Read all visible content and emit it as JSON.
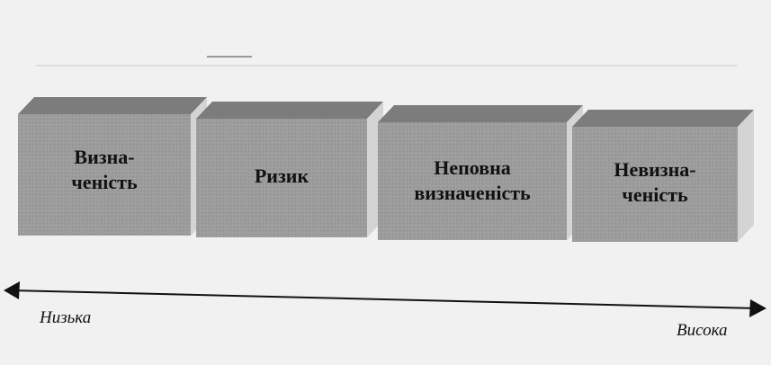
{
  "boxes": [
    {
      "line1": "Визна-",
      "line2": "ченість"
    },
    {
      "line1": "Ризик",
      "line2": ""
    },
    {
      "line1": "Неповна",
      "line2": "визначеність"
    },
    {
      "line1": "Невизна-",
      "line2": "ченість"
    }
  ],
  "scale": {
    "low_label": "Низька",
    "high_label": "Висока"
  },
  "colors": {
    "box_front": "#9a9a9a",
    "box_top": "#7a7a7a",
    "box_side": "#d2d2d2",
    "arrow": "#111111"
  }
}
